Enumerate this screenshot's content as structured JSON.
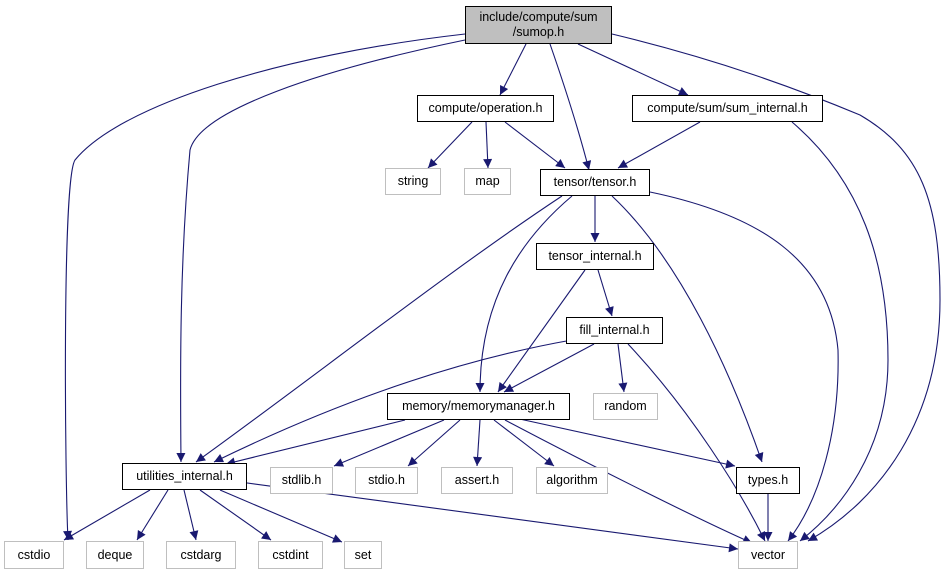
{
  "colors": {
    "edge": "#191970",
    "node_border": "#000000",
    "external_border": "#bfbfbf",
    "root_fill": "#bfbfbf"
  },
  "nodes": {
    "root": {
      "line1": "include/compute/sum",
      "line2": "/sumop.h"
    },
    "operation": "compute/operation.h",
    "sum_internal": "compute/sum/sum_internal.h",
    "string": "string",
    "map": "map",
    "tensor": "tensor/tensor.h",
    "tensor_internal": "tensor_internal.h",
    "fill_internal": "fill_internal.h",
    "memorymanager": "memory/memorymanager.h",
    "random": "random",
    "utilities_internal": "utilities_internal.h",
    "stdlib": "stdlib.h",
    "stdio": "stdio.h",
    "assert": "assert.h",
    "algorithm": "algorithm",
    "types": "types.h",
    "cstdio": "cstdio",
    "deque": "deque",
    "cstdarg": "cstdarg",
    "cstdint": "cstdint",
    "set": "set",
    "vector": "vector"
  }
}
